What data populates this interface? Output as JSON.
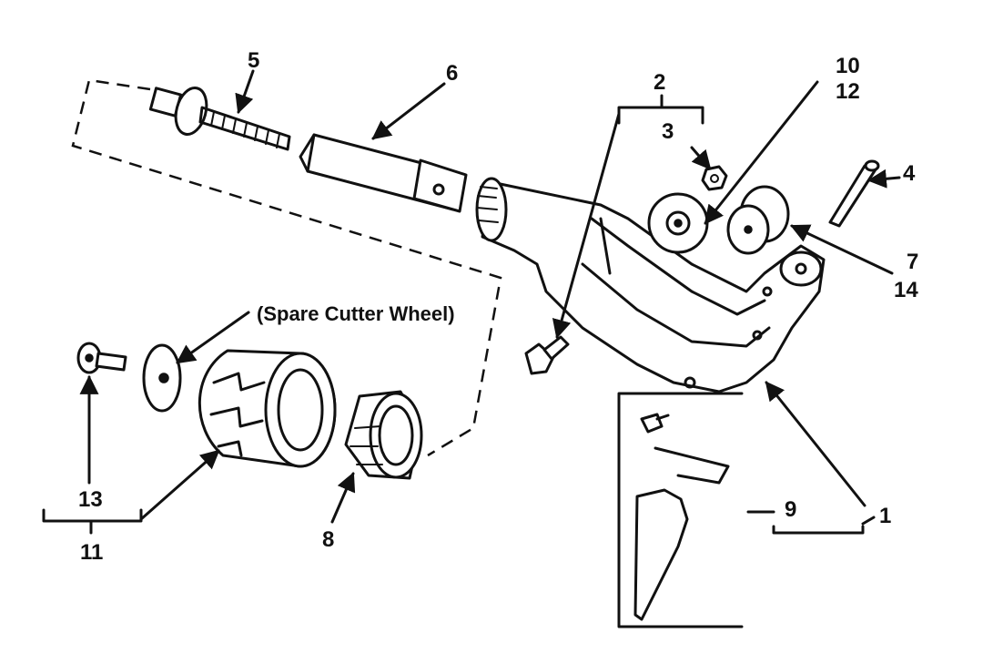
{
  "labels": {
    "part_1": "1",
    "part_2": "2",
    "part_3": "3",
    "part_4": "4",
    "part_5": "5",
    "part_6": "6",
    "part_7": "7",
    "part_8": "8",
    "part_9": "9",
    "part_10": "10",
    "part_11": "11",
    "part_12": "12",
    "part_13": "13",
    "part_14": "14",
    "spare_cutter_wheel": "(Spare Cutter Wheel)"
  }
}
